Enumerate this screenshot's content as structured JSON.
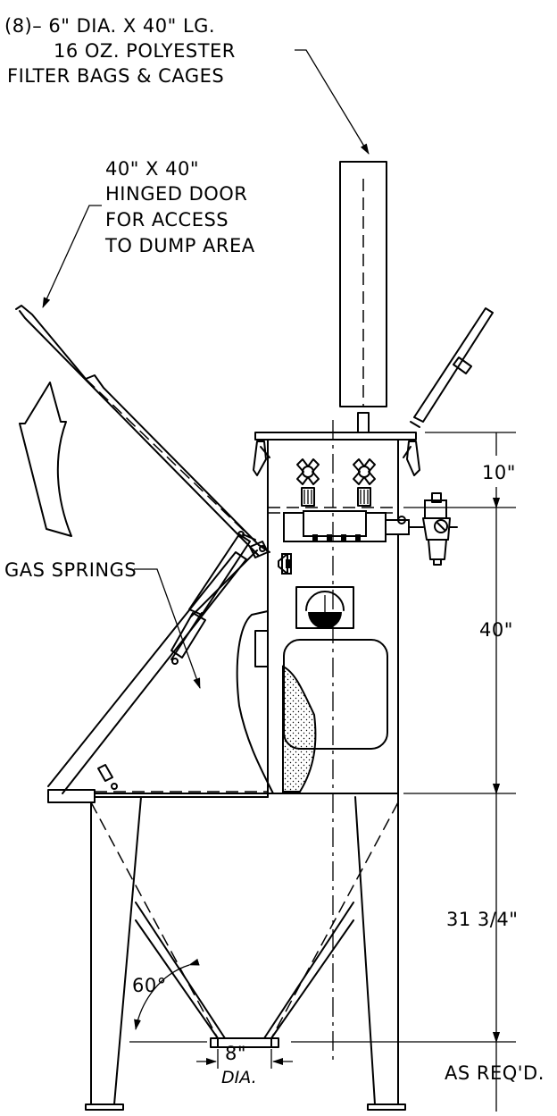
{
  "labels": {
    "filter_note": [
      "(8)– 6\" DIA. X 40\" LG.",
      "16 OZ. POLYESTER",
      "FILTER BAGS & CAGES"
    ],
    "door_note": [
      "40\" X 40\"",
      "HINGED DOOR",
      "FOR ACCESS",
      "TO DUMP AREA"
    ],
    "gas_springs": "GAS SPRINGS",
    "angle": "60°",
    "outlet_size": "8\"",
    "outlet_dia": "DIA."
  },
  "dimensions": {
    "top_section": "10\"",
    "body_height": "40\"",
    "hopper_height": "31 3/4\"",
    "leg_height": "AS REQ'D."
  },
  "colors": {
    "line": "#000000",
    "background": "#ffffff"
  }
}
